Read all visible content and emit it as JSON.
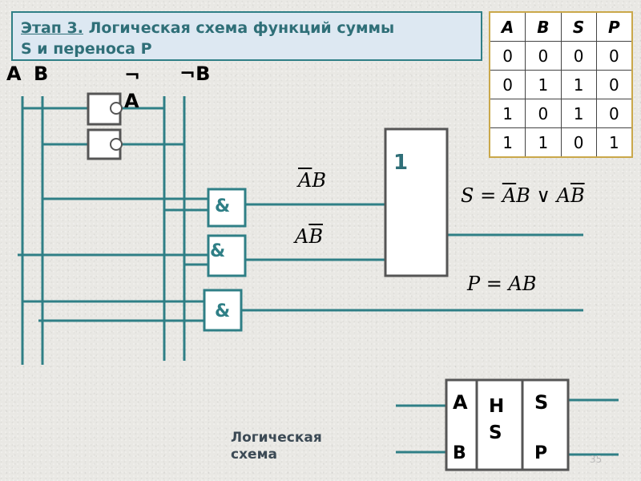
{
  "title": {
    "stage": "Этап 3.",
    "text": "Логическая схема функций суммы",
    "line2": "S и переноса P"
  },
  "inputs": {
    "a": "A",
    "b": "B",
    "not_a": "¬ A",
    "not_b": "¬B"
  },
  "gates": {
    "or_label": "1",
    "and_label": "&"
  },
  "formulas": {
    "and1": {
      "a": "A",
      "b": "B"
    },
    "and2": {
      "a": "A",
      "b": "B"
    },
    "sum": {
      "lhs": "S = ",
      "t1a": "A",
      "t1b": "B",
      "op": " ∨ ",
      "t2a": "A",
      "t2b": "B"
    },
    "carry": "P = AB"
  },
  "truth_table": {
    "headers": [
      "A",
      "B",
      "S",
      "P"
    ],
    "rows": [
      [
        "0",
        "0",
        "0",
        "0"
      ],
      [
        "0",
        "1",
        "1",
        "0"
      ],
      [
        "1",
        "0",
        "1",
        "0"
      ],
      [
        "1",
        "1",
        "0",
        "1"
      ]
    ]
  },
  "half_sum": {
    "in_a": "A",
    "in_b": "B",
    "h": "H",
    "s": "S",
    "out_s": "S",
    "out_p": "P"
  },
  "caption": "Логическая схема",
  "page_number": "35",
  "colors": {
    "wire": "#2f7f86",
    "gate_border": "#2f7f86",
    "box_border": "#333333"
  }
}
